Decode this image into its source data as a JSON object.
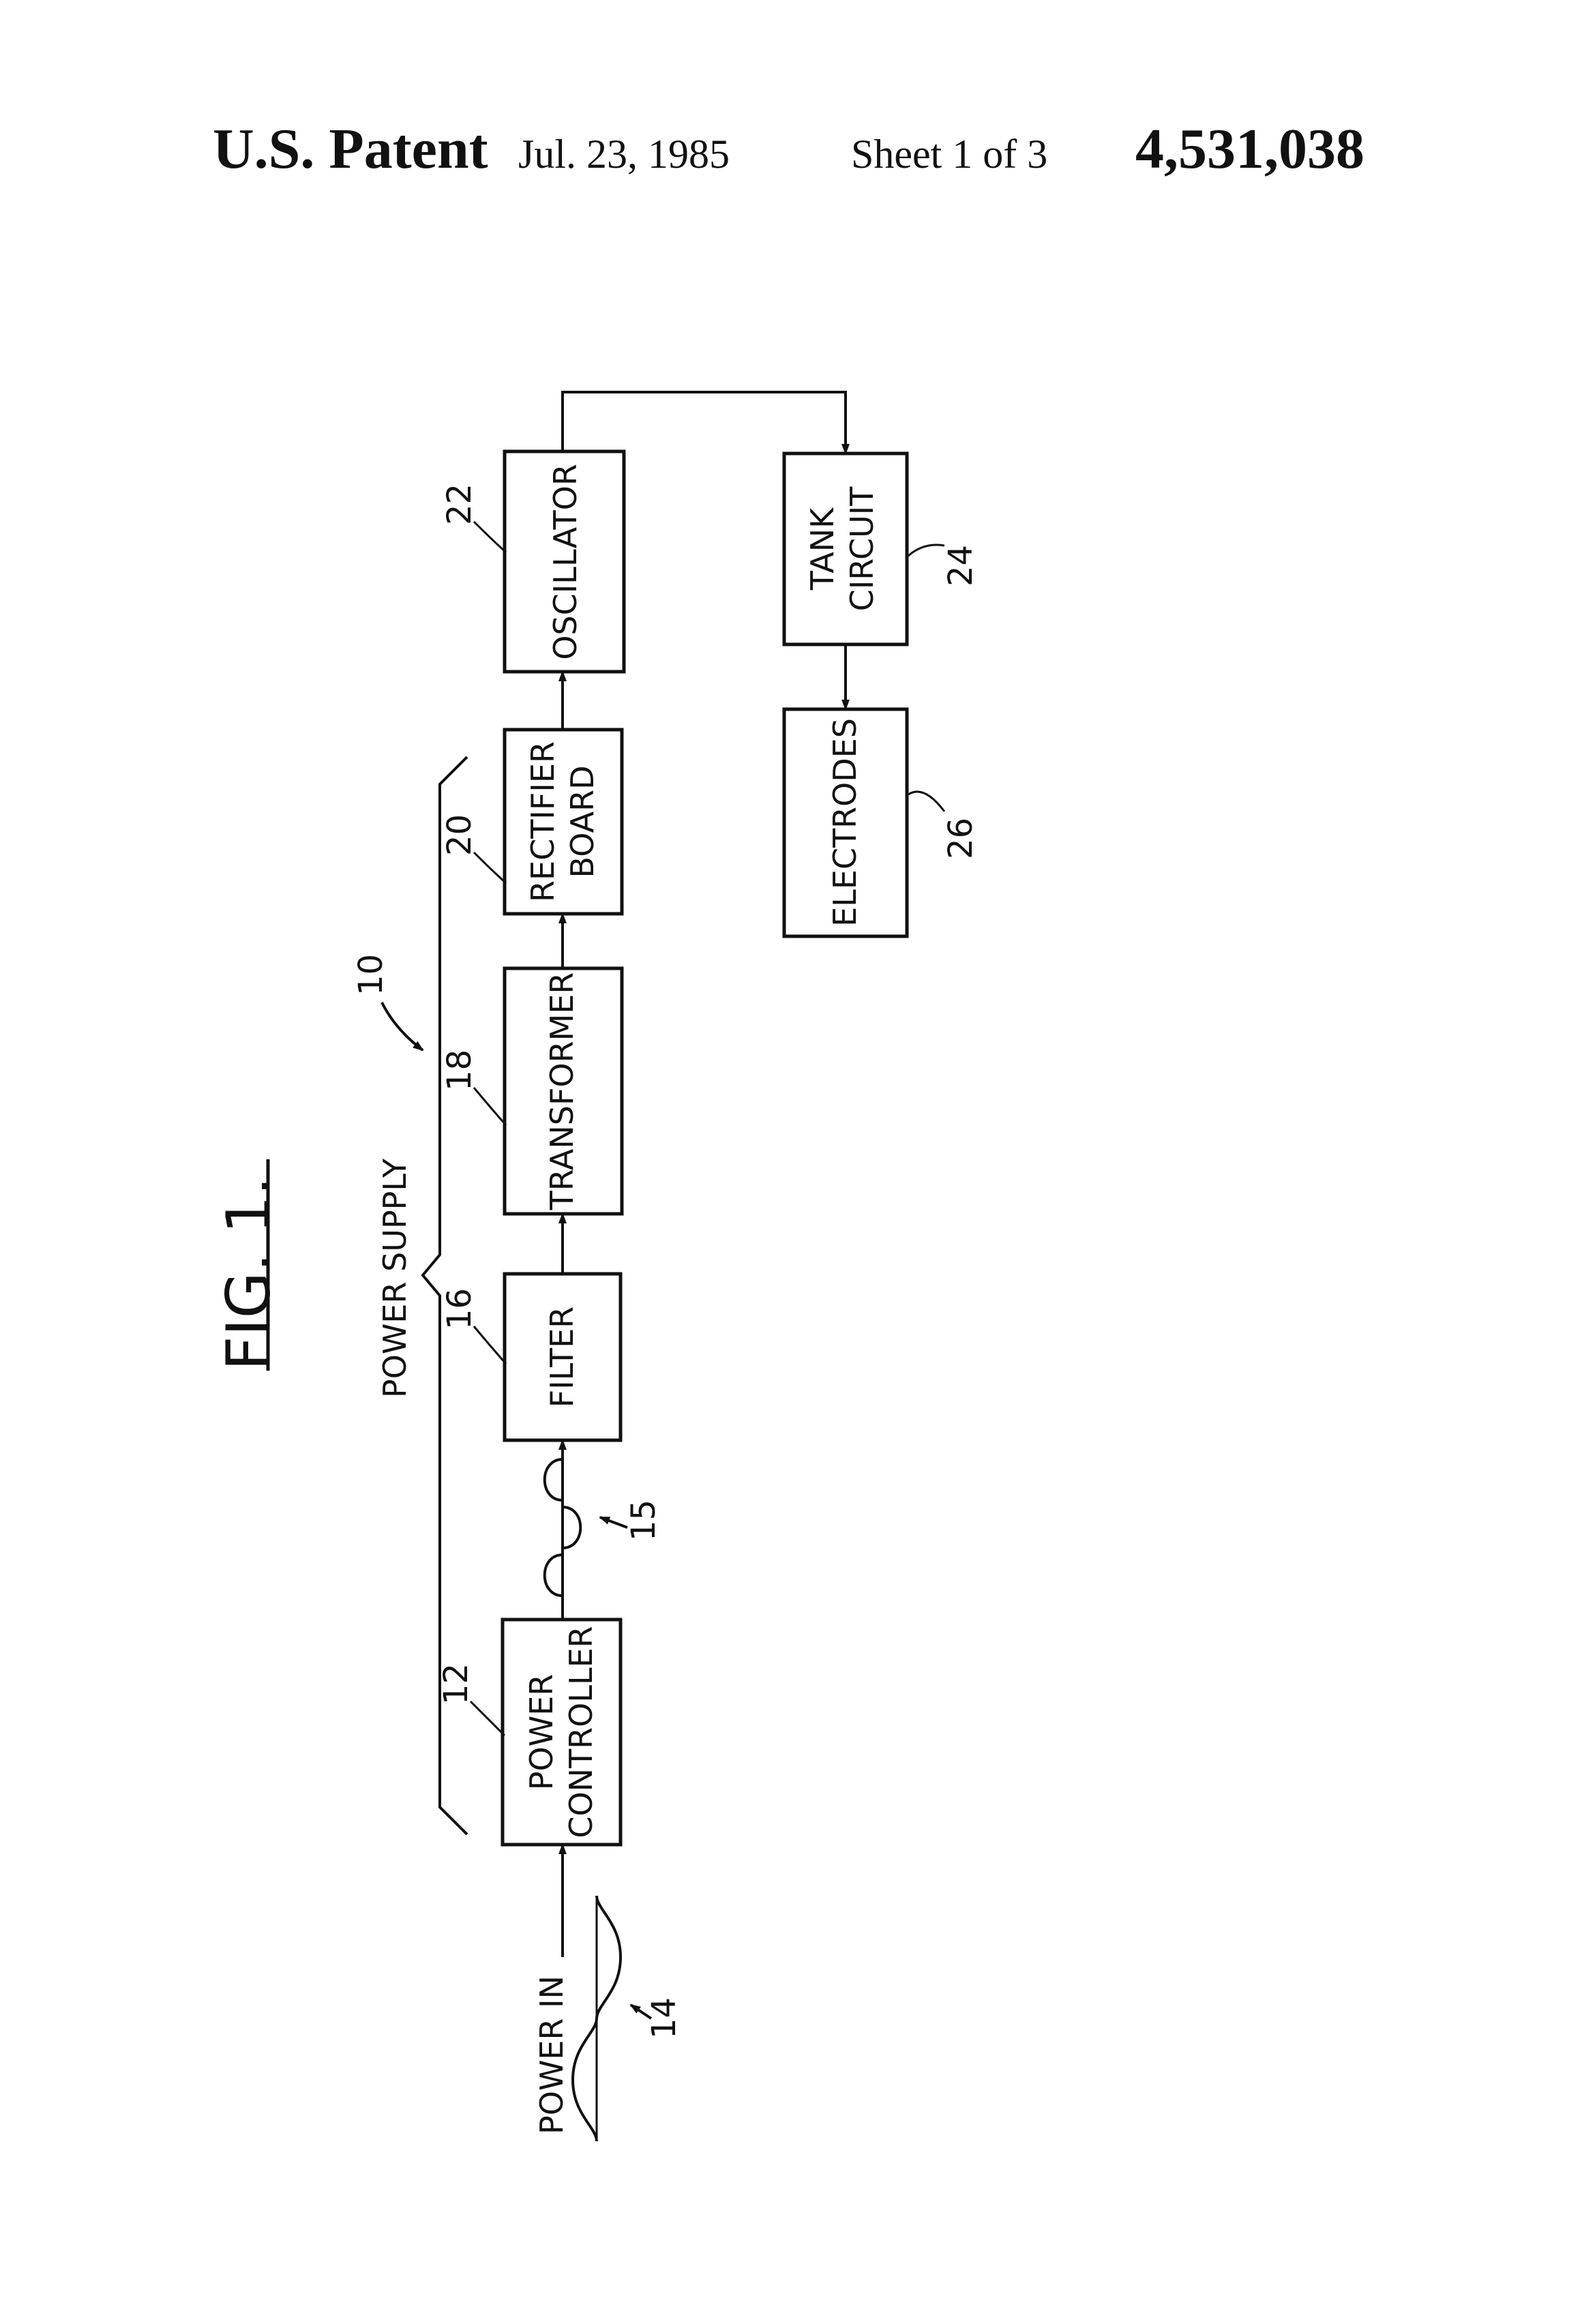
{
  "header": {
    "patent_label": "U.S. Patent",
    "date": "Jul. 23, 1985",
    "sheet": "Sheet 1 of 3",
    "patent_number": "4,531,038"
  },
  "figure": {
    "title": "FIG. 1.",
    "power_supply_label": "POWER SUPPLY",
    "power_supply_ref": "10",
    "input_label": "POWER IN",
    "input_ref": "14",
    "waveform_ref": "15",
    "blocks": [
      {
        "ref": "12",
        "line1": "POWER",
        "line2": "CONTROLLER"
      },
      {
        "ref": "16",
        "line1": "FILTER",
        "line2": ""
      },
      {
        "ref": "18",
        "line1": "TRANSFORMER",
        "line2": ""
      },
      {
        "ref": "20",
        "line1": "RECTIFIER",
        "line2": "BOARD"
      },
      {
        "ref": "22",
        "line1": "OSCILLATOR",
        "line2": ""
      },
      {
        "ref": "24",
        "line1": "TANK",
        "line2": "CIRCUIT"
      },
      {
        "ref": "26",
        "line1": "ELECTRODES",
        "line2": ""
      }
    ]
  }
}
